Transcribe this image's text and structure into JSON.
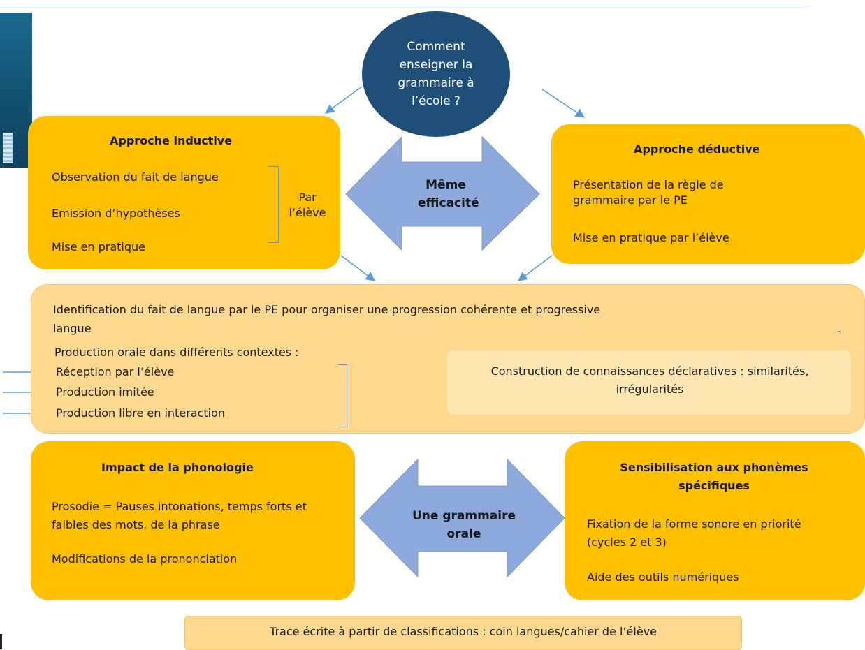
{
  "question": "Comment enseigner la grammaire à l’école ?",
  "inductive": {
    "title": "Approche inductive",
    "items": [
      "Observation du fait de langue",
      "Emission d’hypothèses",
      "Mise en pratique"
    ],
    "by_student": "Par l’élève"
  },
  "center_top_label": "Même efficacité",
  "deductive": {
    "title": "Approche déductive",
    "items": [
      "Présentation de la règle de grammaire  par le PE",
      "Mise en pratique par l’élève"
    ]
  },
  "middle": {
    "line1": "Identification du fait de langue par le PE pour organiser une progression cohérente et progressive",
    "line2": "langue",
    "dash": "-",
    "line3": "Production orale dans différents contextes :",
    "list": [
      "Réception par l’élève",
      "Production imitée",
      "Production libre en interaction"
    ],
    "knowledge": "Construction de connaissances déclaratives : similarités,  irrégularités"
  },
  "phonology": {
    "title": "Impact de la phonologie",
    "text1": "Prosodie = Pauses intonations, temps forts et faibles des mots,  de la phrase",
    "text2": "Modifications de la  prononciation"
  },
  "center_bottom_label": "Une grammaire orale",
  "phonemes": {
    "title": "Sensibilisation  aux phonèmes spécifiques",
    "items": [
      "Fixation de la forme sonore en priorité (cycles 2 et 3)",
      "Aide des outils numériques"
    ]
  },
  "trace": "Trace écrite à partir de classifications : coin langues/cahier de l’élève",
  "colors": {
    "navy": "#1f4e79",
    "orange": "#ffc000",
    "pale_orange": "#ffd98f",
    "arrow_blue": "#5b9bd5",
    "big_arrow": "#8ea9db"
  }
}
